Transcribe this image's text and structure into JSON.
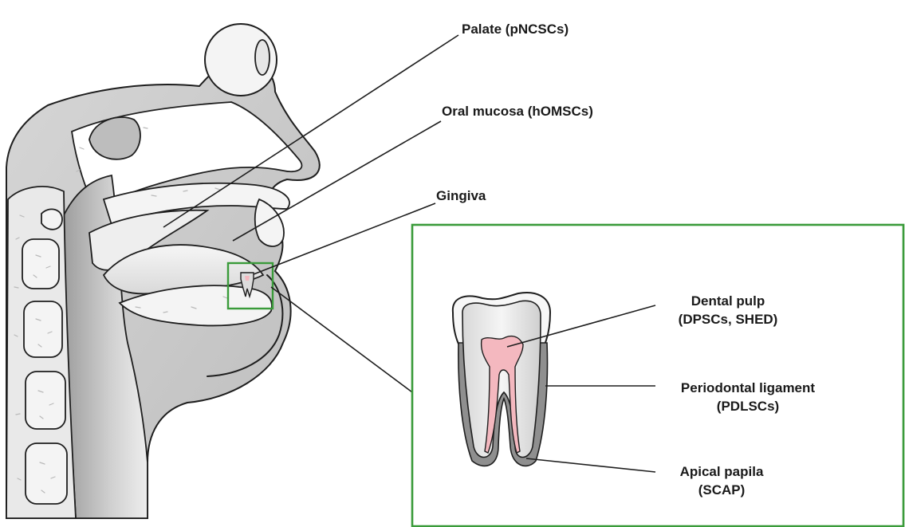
{
  "labels": {
    "palate": "Palate (pNCSCs)",
    "oral_mucosa": "Oral mucosa (hOMSCs)",
    "gingiva": "Gingiva",
    "dental_pulp_line1": "Dental pulp",
    "dental_pulp_line2": "(DPSCs, SHED)",
    "periodontal_line1": "Periodontal ligament",
    "periodontal_line2": "(PDLSCs)",
    "apical_line1": "Apical papila",
    "apical_line2": "(SCAP)"
  },
  "colors": {
    "highlight_box": "#3a9b3a",
    "pulp": "#f4b8bf",
    "tissue_gray": "#c9c9c9",
    "bone_fill": "#f4f4f4",
    "outline": "#1e1e1e"
  }
}
